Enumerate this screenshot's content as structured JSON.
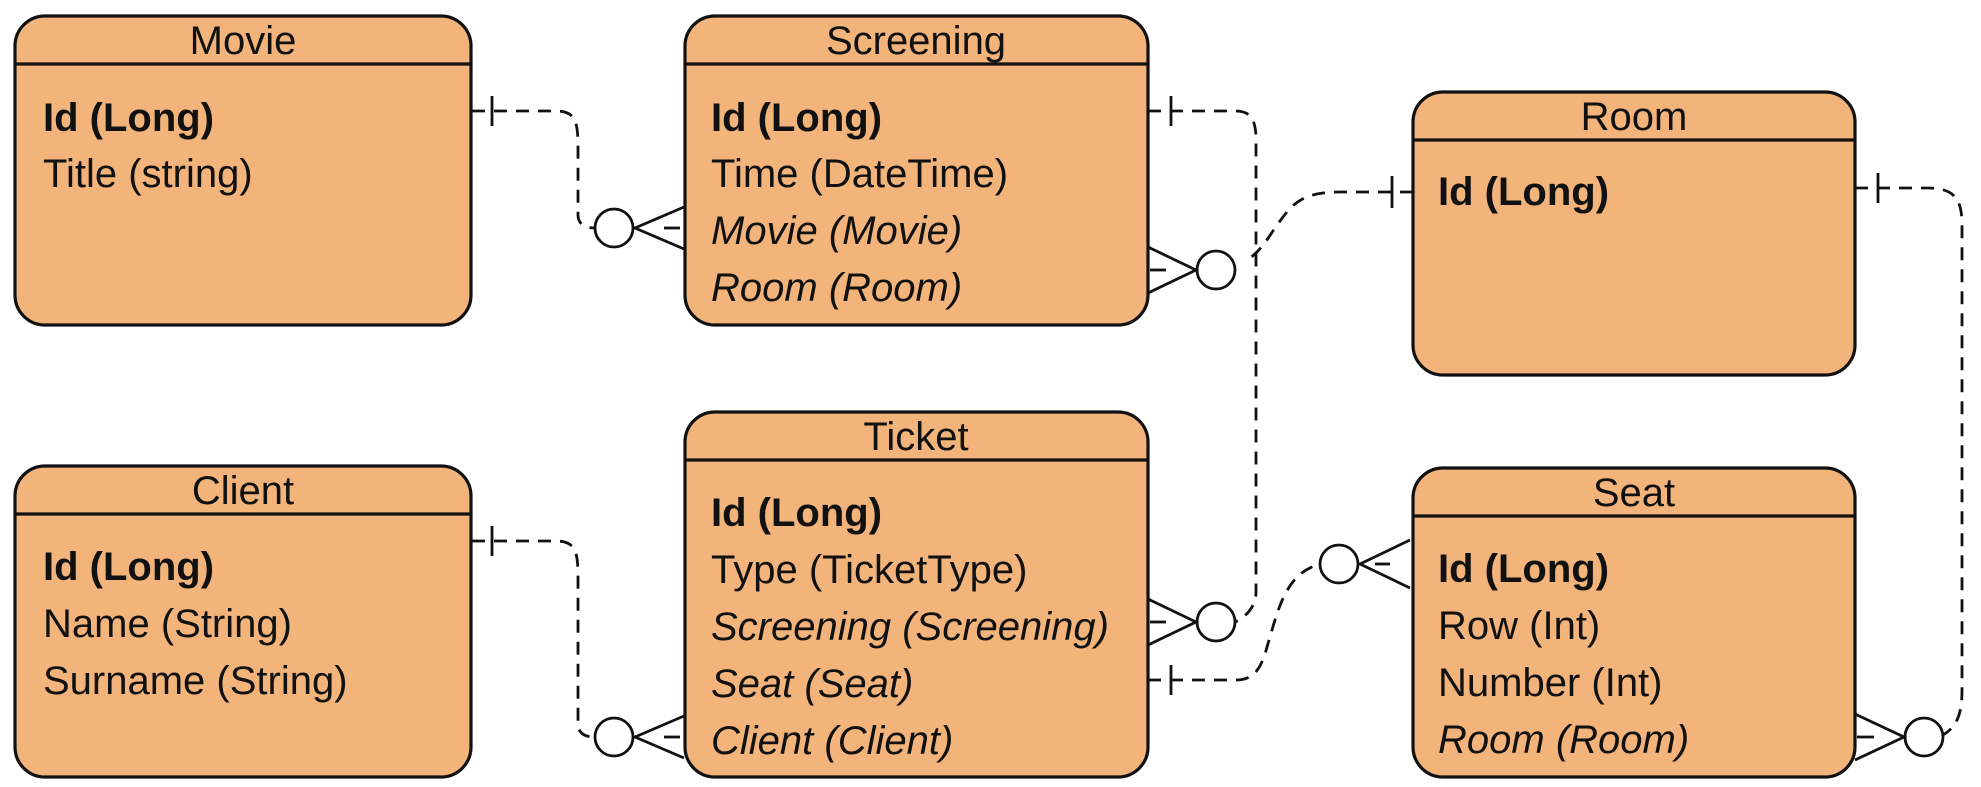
{
  "entities": {
    "movie": {
      "title": "Movie",
      "attributes": [
        "Id (Long)",
        "Title (string)"
      ]
    },
    "screening": {
      "title": "Screening",
      "attributes": [
        "Id (Long)",
        "Time (DateTime)",
        "Movie (Movie)",
        "Room (Room)"
      ]
    },
    "room": {
      "title": "Room",
      "attributes": [
        "Id (Long)"
      ]
    },
    "client": {
      "title": "Client",
      "attributes": [
        "Id (Long)",
        "Name (String)",
        "Surname (String)"
      ]
    },
    "ticket": {
      "title": "Ticket",
      "attributes": [
        "Id (Long)",
        "Type (TicketType)",
        "Screening (Screening)",
        "Seat (Seat)",
        "Client (Client)"
      ]
    },
    "seat": {
      "title": "Seat",
      "attributes": [
        "Id (Long)",
        "Row (Int)",
        "Number (Int)",
        "Room (Room)"
      ]
    }
  },
  "colors": {
    "entity_fill": "#f3b47b",
    "stroke": "#111111",
    "background": "#ffffff"
  },
  "relationships": [
    {
      "from": "Movie",
      "to": "Screening",
      "from_cardinality": "exactly-one",
      "to_cardinality": "zero-or-many"
    },
    {
      "from": "Screening",
      "to": "Ticket",
      "from_cardinality": "exactly-one",
      "to_cardinality": "zero-or-many"
    },
    {
      "from": "Room",
      "to": "Screening",
      "from_cardinality": "exactly-one",
      "to_cardinality": "zero-or-many"
    },
    {
      "from": "Room",
      "to": "Seat",
      "from_cardinality": "exactly-one",
      "to_cardinality": "zero-or-many"
    },
    {
      "from": "Client",
      "to": "Ticket",
      "from_cardinality": "exactly-one",
      "to_cardinality": "zero-or-many"
    },
    {
      "from": "Ticket",
      "to": "Seat",
      "from_cardinality": "exactly-one",
      "to_cardinality": "zero-or-many"
    }
  ]
}
